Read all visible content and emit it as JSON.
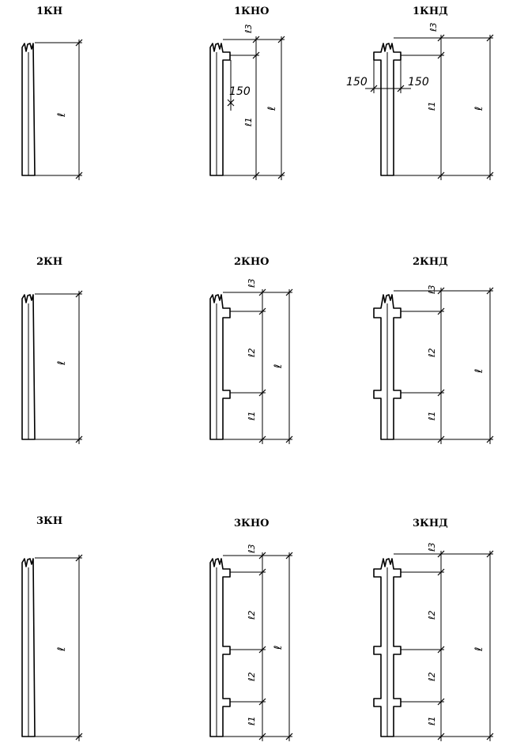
{
  "panels": [
    {
      "id": "p1",
      "label": "1КН"
    },
    {
      "id": "p2",
      "label": "1КНО"
    },
    {
      "id": "p3",
      "label": "1КНД"
    },
    {
      "id": "p4",
      "label": "2КН"
    },
    {
      "id": "p5",
      "label": "2КНО"
    },
    {
      "id": "p6",
      "label": "2КНД"
    },
    {
      "id": "p7",
      "label": "3КН"
    },
    {
      "id": "p8",
      "label": "3КНО"
    },
    {
      "id": "p9",
      "label": "3КНД"
    }
  ],
  "dims": {
    "l": "ℓ",
    "l1": "ℓ1",
    "l2": "ℓ2",
    "l3": "ℓ3",
    "offset": "150"
  }
}
